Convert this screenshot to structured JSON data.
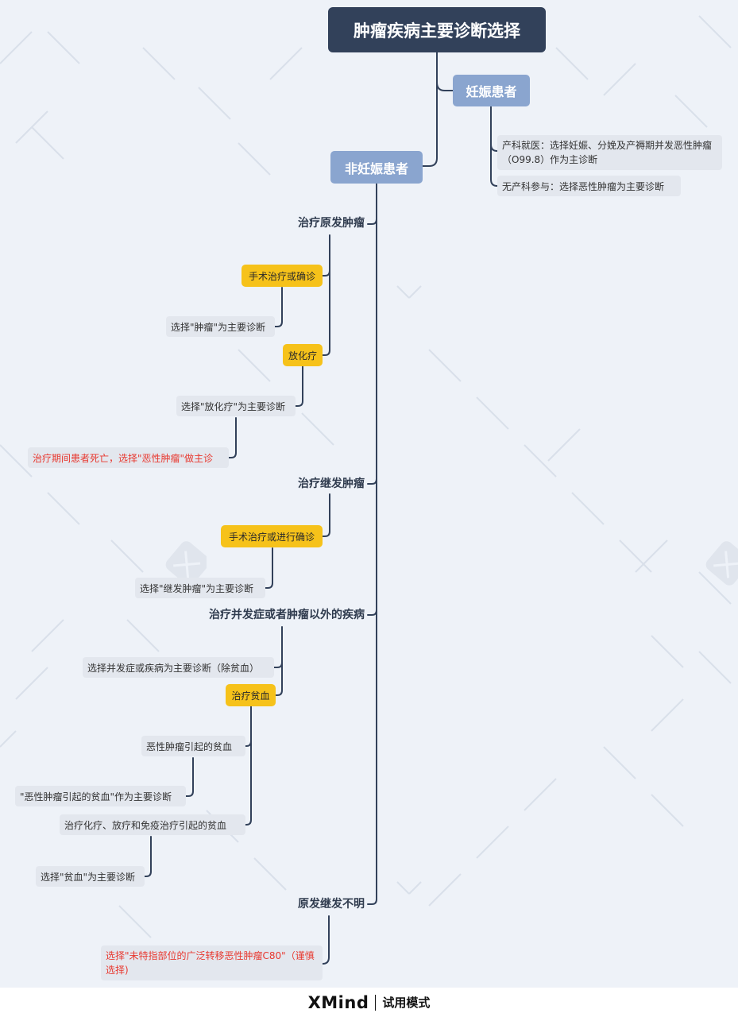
{
  "root": {
    "title": "肿瘤疾病主要诊断选择"
  },
  "pregnant": {
    "label": "妊娠患者",
    "items": [
      "产科就医：选择妊娠、分娩及产褥期并发恶性肿瘤（O99.8）作为主诊断",
      "无产科参与：选择恶性肿瘤为主要诊断"
    ]
  },
  "non_pregnant": {
    "label": "非妊娠患者",
    "primary": {
      "label": "治疗原发肿瘤",
      "surgery": {
        "label": "手术治疗或确诊",
        "choice": "选择\"肿瘤\"为主要诊断"
      },
      "chemo": {
        "label": "放化疗",
        "choice": "选择\"放化疗\"为主要诊断",
        "death": "治疗期间患者死亡，选择\"恶性肿瘤\"做主诊"
      }
    },
    "secondary": {
      "label": "治疗继发肿瘤",
      "surgery": {
        "label": "手术治疗或进行确诊",
        "choice": "选择\"继发肿瘤\"为主要诊断"
      }
    },
    "complication": {
      "label": "治疗并发症或者肿瘤以外的疾病",
      "choice": "选择并发症或疾病为主要诊断（除贫血）",
      "anemia": {
        "label": "治疗贫血",
        "tumor_caused": {
          "label": "恶性肿瘤引起的贫血",
          "choice": "\"恶性肿瘤引起的贫血\"作为主要诊断"
        },
        "treatment_caused": {
          "label": "治疗化疗、放疗和免疫治疗引起的贫血",
          "choice": "选择\"贫血\"为主要诊断"
        }
      }
    },
    "unknown": {
      "label": "原发继发不明",
      "choice": "选择\"未特指部位的广泛转移恶性肿瘤C80\"（谨慎选择)"
    }
  },
  "watermark": {
    "text": "试用模式",
    "logo_text": "XMind"
  },
  "footer": {
    "brand": "XMind",
    "mode": "试用模式"
  },
  "colors": {
    "root": "#32415a",
    "branch": "#8aa5cf",
    "yellow": "#f6c21a",
    "leaf": "#e3e7ee",
    "red_text": "#e8382f",
    "line": "#32415a",
    "background": "#eef2f8"
  }
}
